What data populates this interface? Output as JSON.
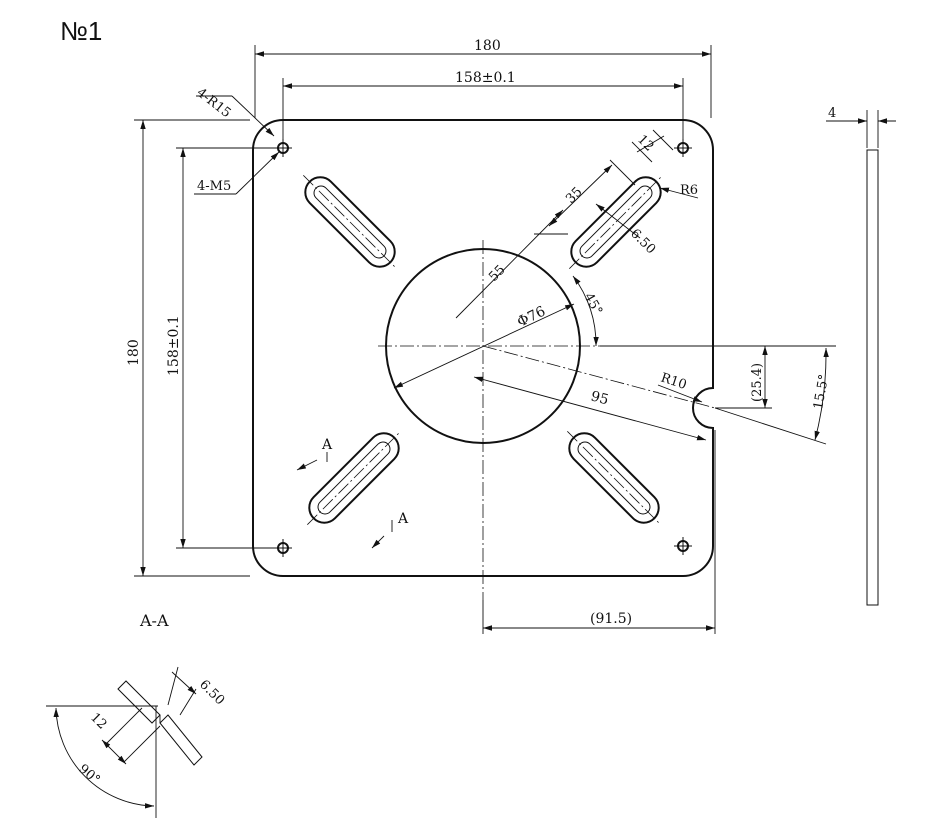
{
  "sheet_label": "№1",
  "dimensions": {
    "overall_width": "180",
    "hole_spacing_h": "158±0.1",
    "corner_radius": "4-R15",
    "thread": "4-M5",
    "overall_height": "180",
    "hole_spacing_v": "158±0.1",
    "slot_width": "12",
    "slot_length": "35",
    "slot_radius": "R6",
    "slot_inner": "6.50",
    "slot_offset": "55",
    "bore_dia": "Φ76",
    "slot_angle": "45°",
    "notch_radius": "R10",
    "notch_distance": "95",
    "notch_offset": "(25.4)",
    "notch_angle": "15.5°",
    "center_to_edge": "(91.5)",
    "thickness": "4"
  },
  "section": {
    "view_marker": "A",
    "title": "A-A",
    "inner": "6.50",
    "width": "12",
    "angle": "90°"
  }
}
